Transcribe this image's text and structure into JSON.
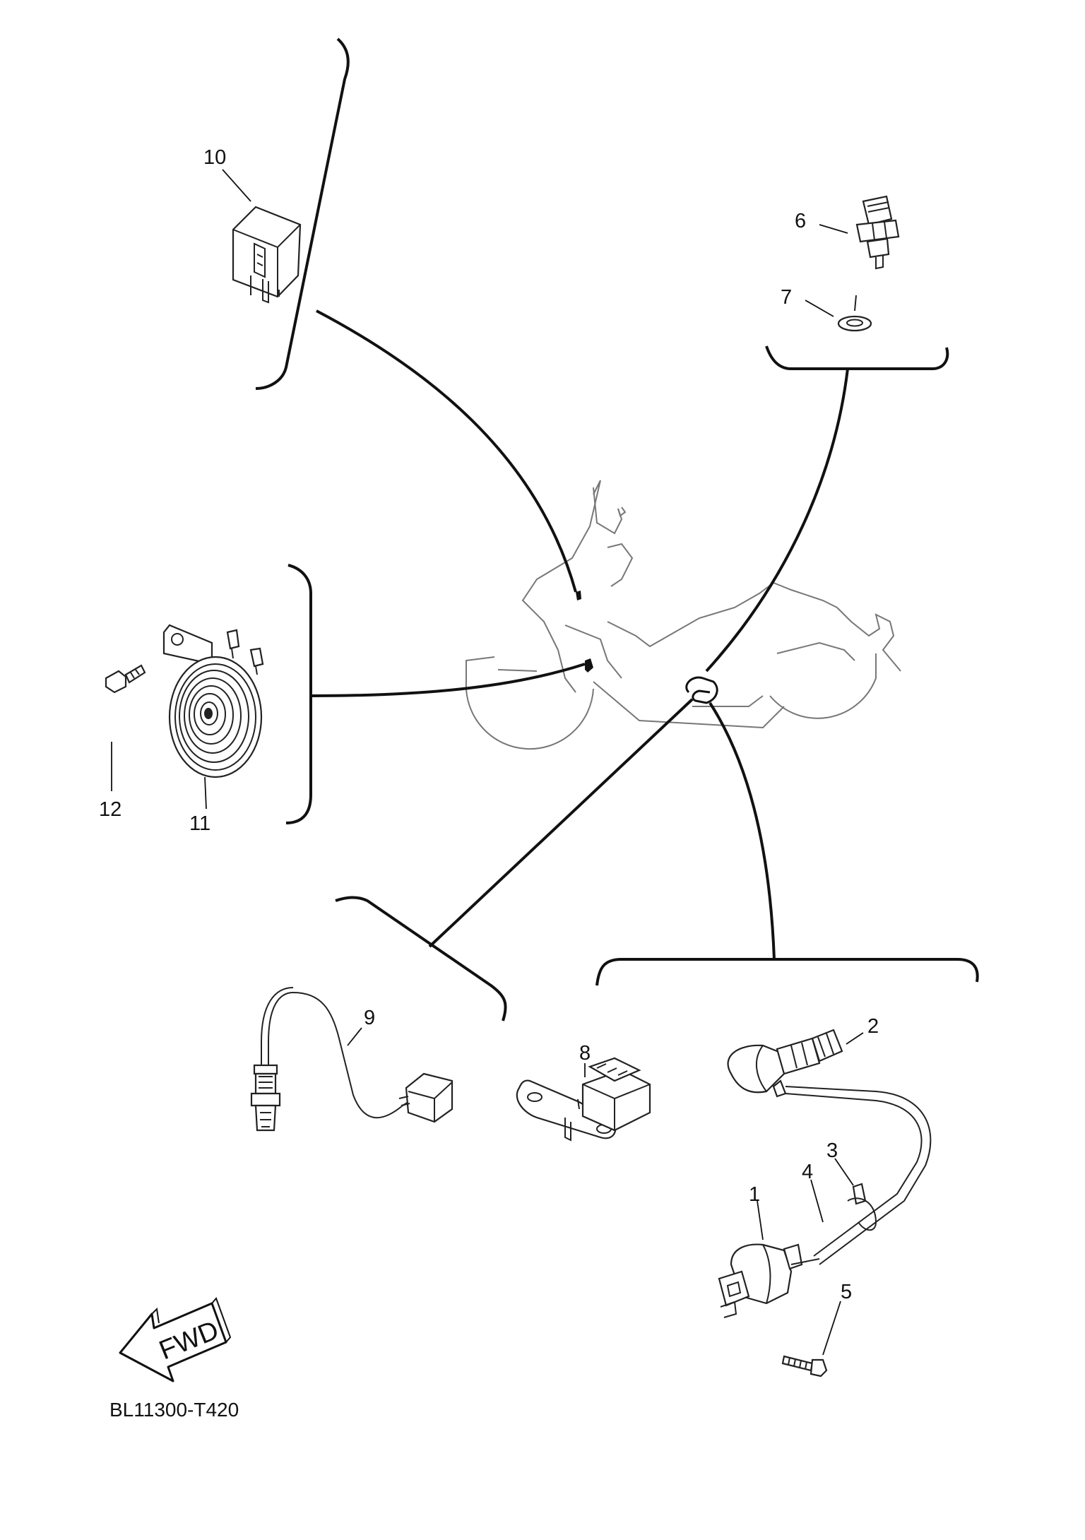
{
  "diagram": {
    "code": "BL11300-T420",
    "fwd_label": "FWD",
    "callouts": {
      "c1": "1",
      "c2": "2",
      "c3": "3",
      "c4": "4",
      "c5": "5",
      "c6": "6",
      "c7": "7",
      "c8": "8",
      "c9": "9",
      "c10": "10",
      "c11": "11",
      "c12": "12"
    }
  }
}
